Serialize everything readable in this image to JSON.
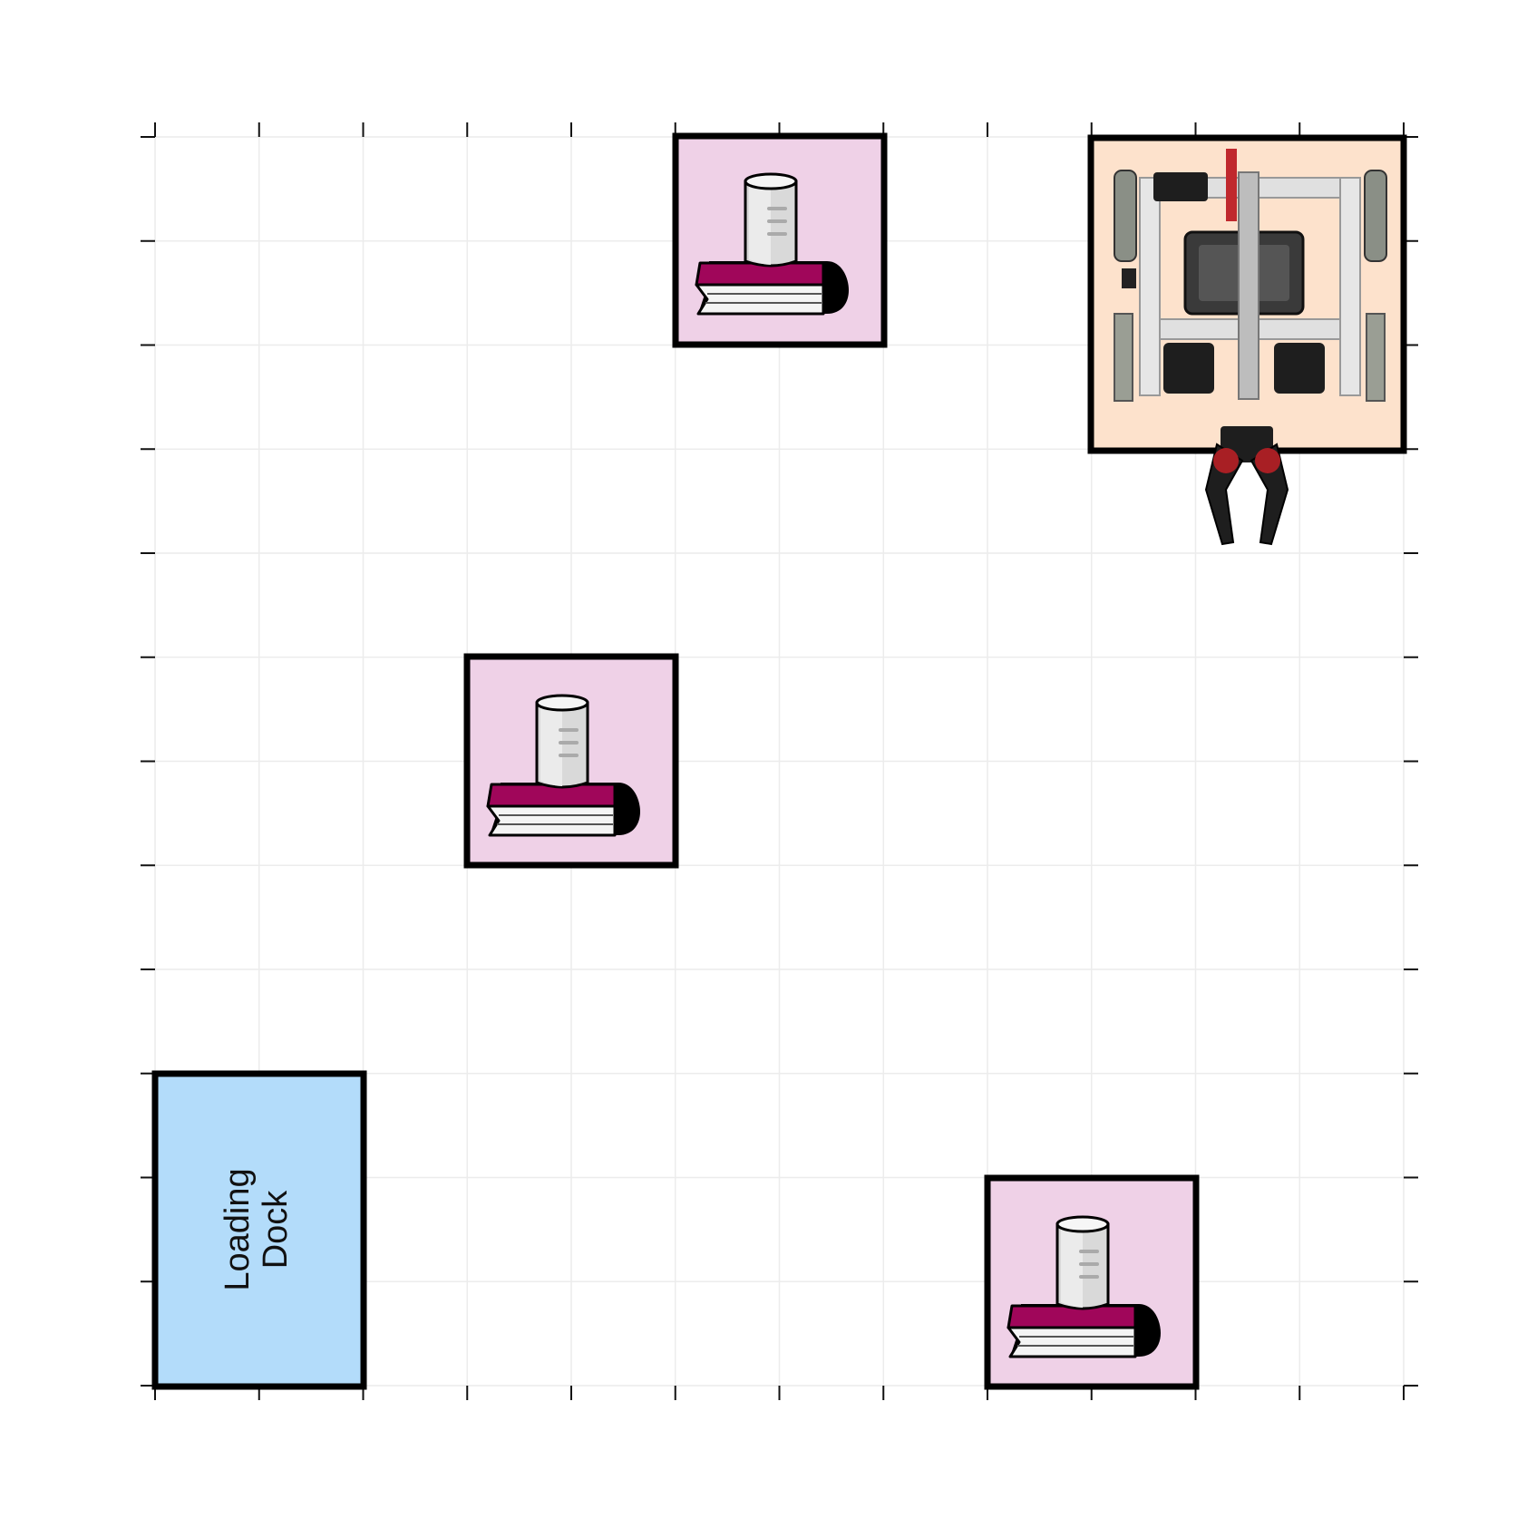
{
  "grid": {
    "columns": 12,
    "rows": 12,
    "grid_line_color": "#ececec",
    "tick_color": "#111111"
  },
  "colors": {
    "loading_dock_fill": "#b3dcfa",
    "task_tile_fill": "#efd1e7",
    "robot_tile_fill": "#fde2cc",
    "book_cover": "#a0065a",
    "outline": "#000000"
  },
  "loading_dock": {
    "label_line1": "Loading",
    "label_line2": "Dock",
    "col": 0,
    "row": 9,
    "cols": 2,
    "rows": 3
  },
  "task_tiles": [
    {
      "icon": "cup-on-book-icon",
      "col": 5,
      "row": 0,
      "cols": 2,
      "rows": 2
    },
    {
      "icon": "cup-on-book-icon",
      "col": 3,
      "row": 5,
      "cols": 2,
      "rows": 2
    },
    {
      "icon": "cup-on-book-icon",
      "col": 8,
      "row": 10,
      "cols": 2,
      "rows": 2
    }
  ],
  "robot": {
    "icon": "vex-robot-with-claw-icon",
    "col": 9,
    "row": 0,
    "cols": 3,
    "rows": 3,
    "heading": "down"
  }
}
